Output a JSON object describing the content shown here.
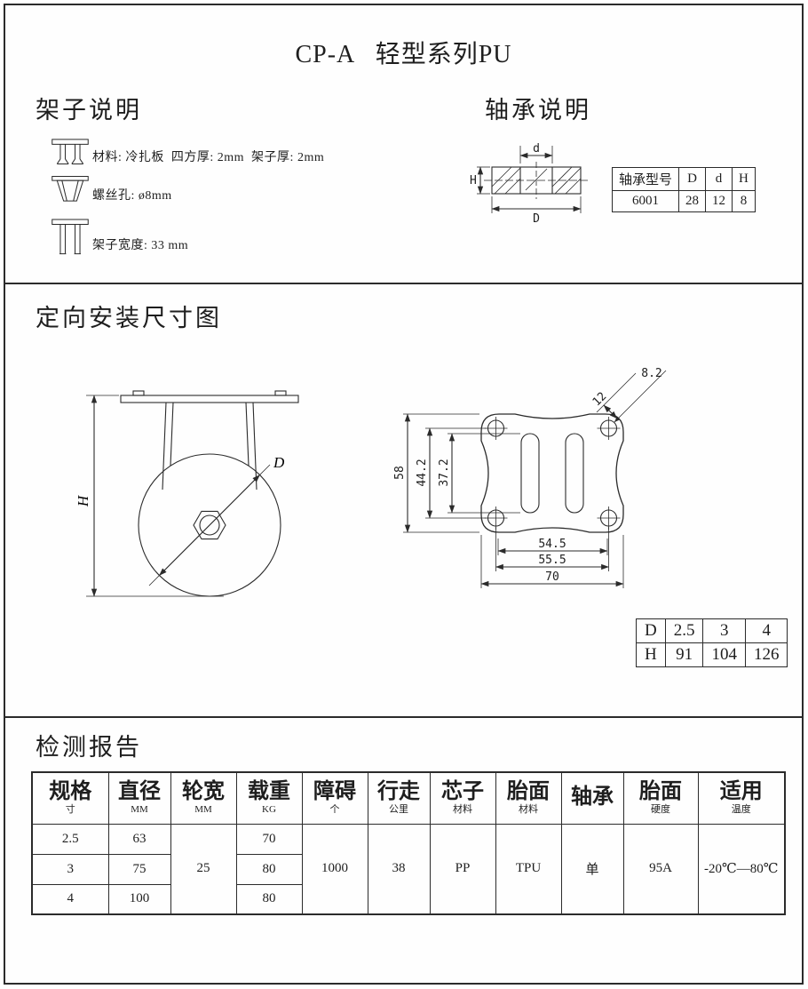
{
  "page": {
    "title": "CP-A   轻型系列PU"
  },
  "frame": {
    "heading": "架子说明",
    "material_note": "材料: 冷扎板  四方厚: 2mm  架子厚: 2mm",
    "screw_note": "螺丝孔: ø8mm",
    "width_note": "架子宽度: 33 mm"
  },
  "bearing": {
    "heading": "轴承说明",
    "dims": {
      "d": "d",
      "H": "H",
      "D": "D"
    },
    "table": {
      "rows": [
        [
          "轴承型号",
          "D",
          "d",
          "H"
        ],
        [
          "6001",
          "28",
          "12",
          "8"
        ]
      ]
    }
  },
  "mounting": {
    "heading": "定向安装尺寸图",
    "side_view": {
      "h_label": "H",
      "d_label": "D"
    },
    "plate_view": {
      "v58": "58",
      "v442": "44.2",
      "v372": "37.2",
      "v545": "54.5",
      "v555": "55.5",
      "v70": "70",
      "v82": "8.2",
      "v12": "12"
    },
    "dh_table": {
      "rows": [
        [
          "D",
          "2.5",
          "3",
          "4"
        ],
        [
          "H",
          "91",
          "104",
          "126"
        ]
      ]
    }
  },
  "report": {
    "heading": "检测报告",
    "table": {
      "headers": [
        {
          "main": "规格",
          "sub": "寸"
        },
        {
          "main": "直径",
          "sub": "MM"
        },
        {
          "main": "轮宽",
          "sub": "MM"
        },
        {
          "main": "载重",
          "sub": "KG"
        },
        {
          "main": "障碍",
          "sub": "个"
        },
        {
          "main": "行走",
          "sub": "公里"
        },
        {
          "main": "芯子",
          "sub": "材料"
        },
        {
          "main": "胎面",
          "sub": "材料"
        },
        {
          "main": "轴承",
          "sub": ""
        },
        {
          "main": "胎面",
          "sub": "硬度"
        },
        {
          "main": "适用",
          "sub": "温度"
        }
      ],
      "rows": [
        {
          "spec": "2.5",
          "diameter": "63",
          "load": "70"
        },
        {
          "spec": "3",
          "diameter": "75",
          "load": "80"
        },
        {
          "spec": "4",
          "diameter": "100",
          "load": "80"
        }
      ],
      "merged": {
        "wheel_width": "25",
        "obstacles": "1000",
        "distance": "38",
        "core": "PP",
        "tread": "TPU",
        "bearing": "单",
        "hardness": "95A",
        "temperature": "-20℃—80℃"
      }
    }
  }
}
